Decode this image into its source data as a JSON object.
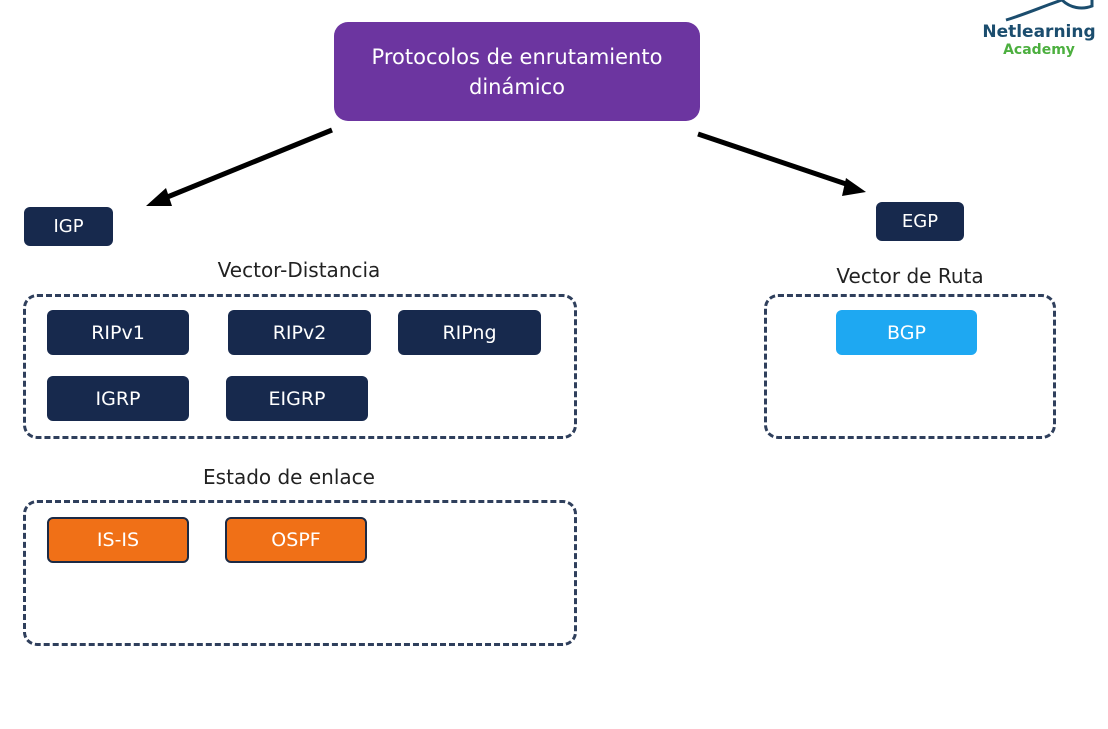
{
  "root": {
    "title": "Protocolos de enrutamiento dinámico"
  },
  "categories": {
    "igp": {
      "label": "IGP"
    },
    "egp": {
      "label": "EGP"
    }
  },
  "groups": {
    "vector_distancia": {
      "title": "Vector-Distancia",
      "protocols": [
        "RIPv1",
        "RIPv2",
        "RIPng",
        "IGRP",
        "EIGRP"
      ]
    },
    "estado_enlace": {
      "title": "Estado de enlace",
      "protocols": [
        "IS-IS",
        "OSPF"
      ]
    },
    "vector_ruta": {
      "title": "Vector de Ruta",
      "protocols": [
        "BGP"
      ]
    }
  },
  "logo": {
    "line1": "Netlearning",
    "line2": "Academy"
  },
  "colors": {
    "root": "#6c35a0",
    "navy": "#17294d",
    "orange": "#f07017",
    "blue": "#1ea8f2",
    "logo_teal": "#2a8fa0",
    "logo_green": "#4caf3f"
  }
}
